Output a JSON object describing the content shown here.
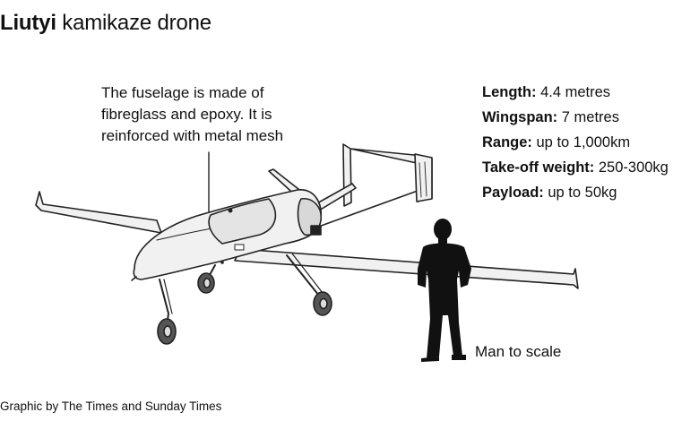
{
  "title": {
    "bold": "Liutyi",
    "rest": " kamikaze drone"
  },
  "annotation": "The fuselage is made of fibreglass and epoxy. It is reinforced with metal mesh",
  "specs": [
    {
      "label": "Length:",
      "value": " 4.4 metres"
    },
    {
      "label": "Wingspan:",
      "value": " 7 metres"
    },
    {
      "label": "Range:",
      "value": " up to 1,000km"
    },
    {
      "label": "Take-off weight:",
      "value": " 250-300kg"
    },
    {
      "label": "Payload:",
      "value": " up to 50kg"
    }
  ],
  "scale_label": "Man to scale",
  "credit": "Graphic by The Times and Sunday Times",
  "colors": {
    "drone_fill": "#f1f1f1",
    "outline": "#222222",
    "silhouette": "#111111"
  }
}
